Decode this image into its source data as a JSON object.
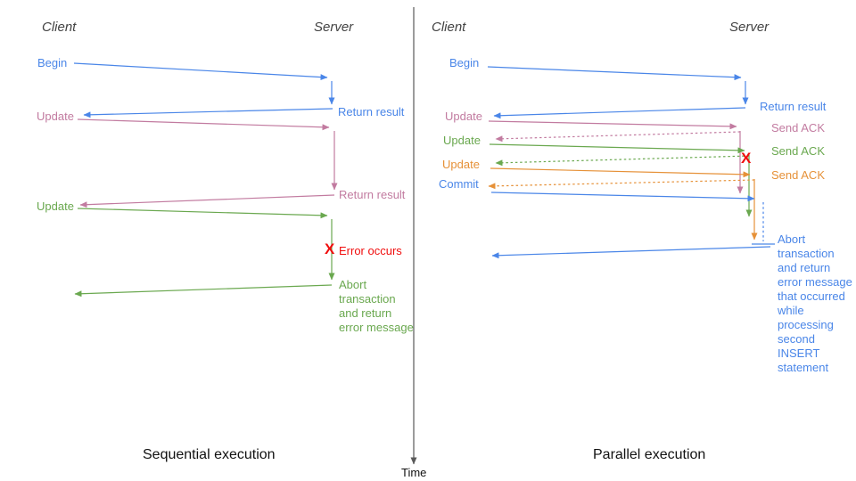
{
  "colors": {
    "blue": "#4a86e8",
    "pink": "#c27ba0",
    "green": "#6aa84f",
    "orange": "#e69138",
    "red": "#f00d0d",
    "header": "#434343",
    "axis": "#595959",
    "ink": "#111111"
  },
  "left": {
    "client_header": "Client",
    "server_header": "Server",
    "begin_label": "Begin",
    "return1_label": "Return result",
    "update1_label": "Update",
    "return2_label": "Return result",
    "update2_label": "Update",
    "error_mark": "X",
    "error_label": "Error occurs",
    "abort_label": "Abort transaction and return error message",
    "caption": "Sequential execution"
  },
  "right": {
    "client_header": "Client",
    "server_header": "Server",
    "begin_label": "Begin",
    "return_label": "Return result",
    "update1_label": "Update",
    "ack1_label": "Send ACK",
    "update2_label": "Update",
    "ack2_label": "Send ACK",
    "update3_label": "Update",
    "ack3_label": "Send ACK",
    "commit_label": "Commit",
    "error_mark": "X",
    "abort_label": "Abort transaction and return error message that occurred while processing second INSERT statement",
    "caption": "Parallel execution"
  },
  "time_axis": {
    "label": "Time"
  }
}
